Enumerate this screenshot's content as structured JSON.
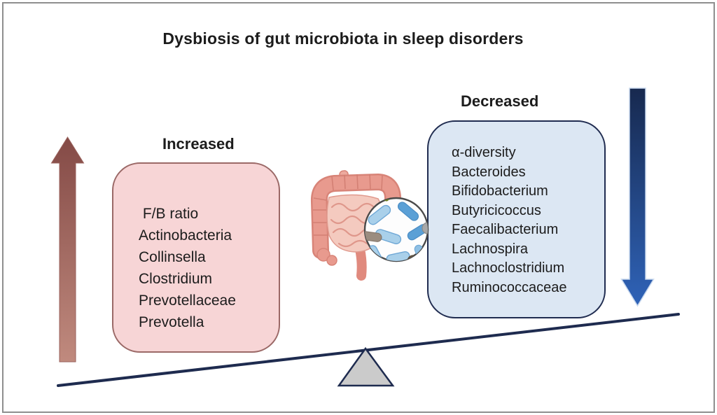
{
  "title": "Dysbiosis of gut microbiota in sleep disorders",
  "increased": {
    "label": "Increased",
    "items": [
      " F/B ratio",
      "Actinobacteria",
      "Collinsella",
      "Clostridium",
      "Prevotellaceae",
      "Prevotella"
    ],
    "box_bg": "#f7d5d6",
    "box_border": "#9b6967",
    "arrow_direction": "up",
    "arrow_color_top": "#8a4f4b",
    "arrow_color_bottom": "#c08a7e"
  },
  "decreased": {
    "label": "Decreased",
    "items": [
      "α-diversity",
      "Bacteroides",
      "Bifidobacterium",
      "Butyricicoccus",
      "Faecalibacterium",
      "Lachnospira",
      "Lachnoclostridium",
      "Ruminococcaceae"
    ],
    "box_bg": "#dce7f3",
    "box_border": "#202c50",
    "arrow_direction": "down",
    "arrow_color_top": "#17294f",
    "arrow_color_bottom": "#2f63b8"
  },
  "seesaw": {
    "beam_color": "#1e2b4f",
    "fulcrum_fill": "#cbcbcb",
    "tilt": "left-side-down"
  },
  "illustration": {
    "name": "intestine with magnified gut bacteria",
    "frame_border_color": "#8e8e8e"
  }
}
